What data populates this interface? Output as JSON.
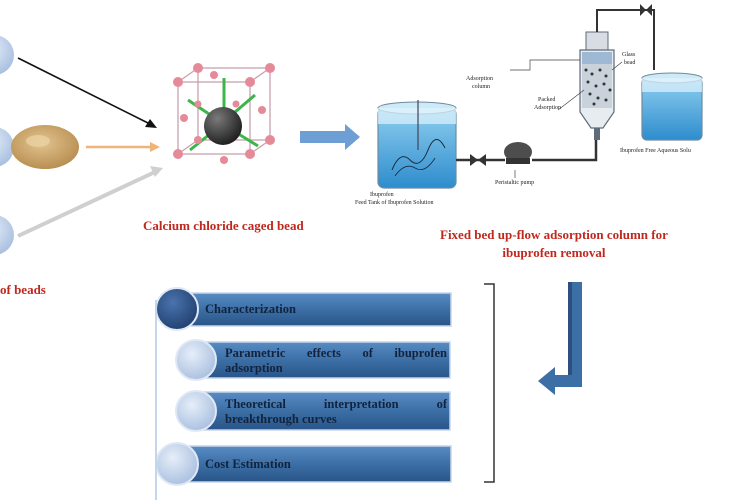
{
  "captions": {
    "beads": "Calcium chloride caged bead",
    "column_line1": "Fixed bed up-flow adsorption column for",
    "column_line2": "ibuprofen removal",
    "left_partial": "of beads"
  },
  "apparatus": {
    "feed_tank_line1": "Ibuprofen",
    "feed_tank_line2": "Feed Tank of Ibuprofen Solution",
    "pump": "Peristaltic pump",
    "column_line1": "Adsorption",
    "column_line2": "column",
    "packing_line1": "Packed",
    "packing_line2": "Adsorption",
    "glass_bead_line1": "Glass",
    "glass_bead_line2": "bead",
    "outlet_tank": "Ibuprofen Free Aqueous Solu"
  },
  "steps": [
    {
      "line1": "Characterization",
      "line2": ""
    },
    {
      "line1": "Parametric effects of ibuprofen",
      "line2": "adsorption"
    },
    {
      "line1": "Theoretical interpretation of",
      "line2": "breakthrough curves"
    },
    {
      "line1": "Cost Estimation",
      "line2": ""
    }
  ],
  "colors": {
    "caption_red": "#c0281e",
    "bar_blue": "#3b6fa6",
    "circle_dark": "#2c4f86",
    "circle_light": "#b9cbe6",
    "arrow_blue": "#6d9fd4"
  }
}
